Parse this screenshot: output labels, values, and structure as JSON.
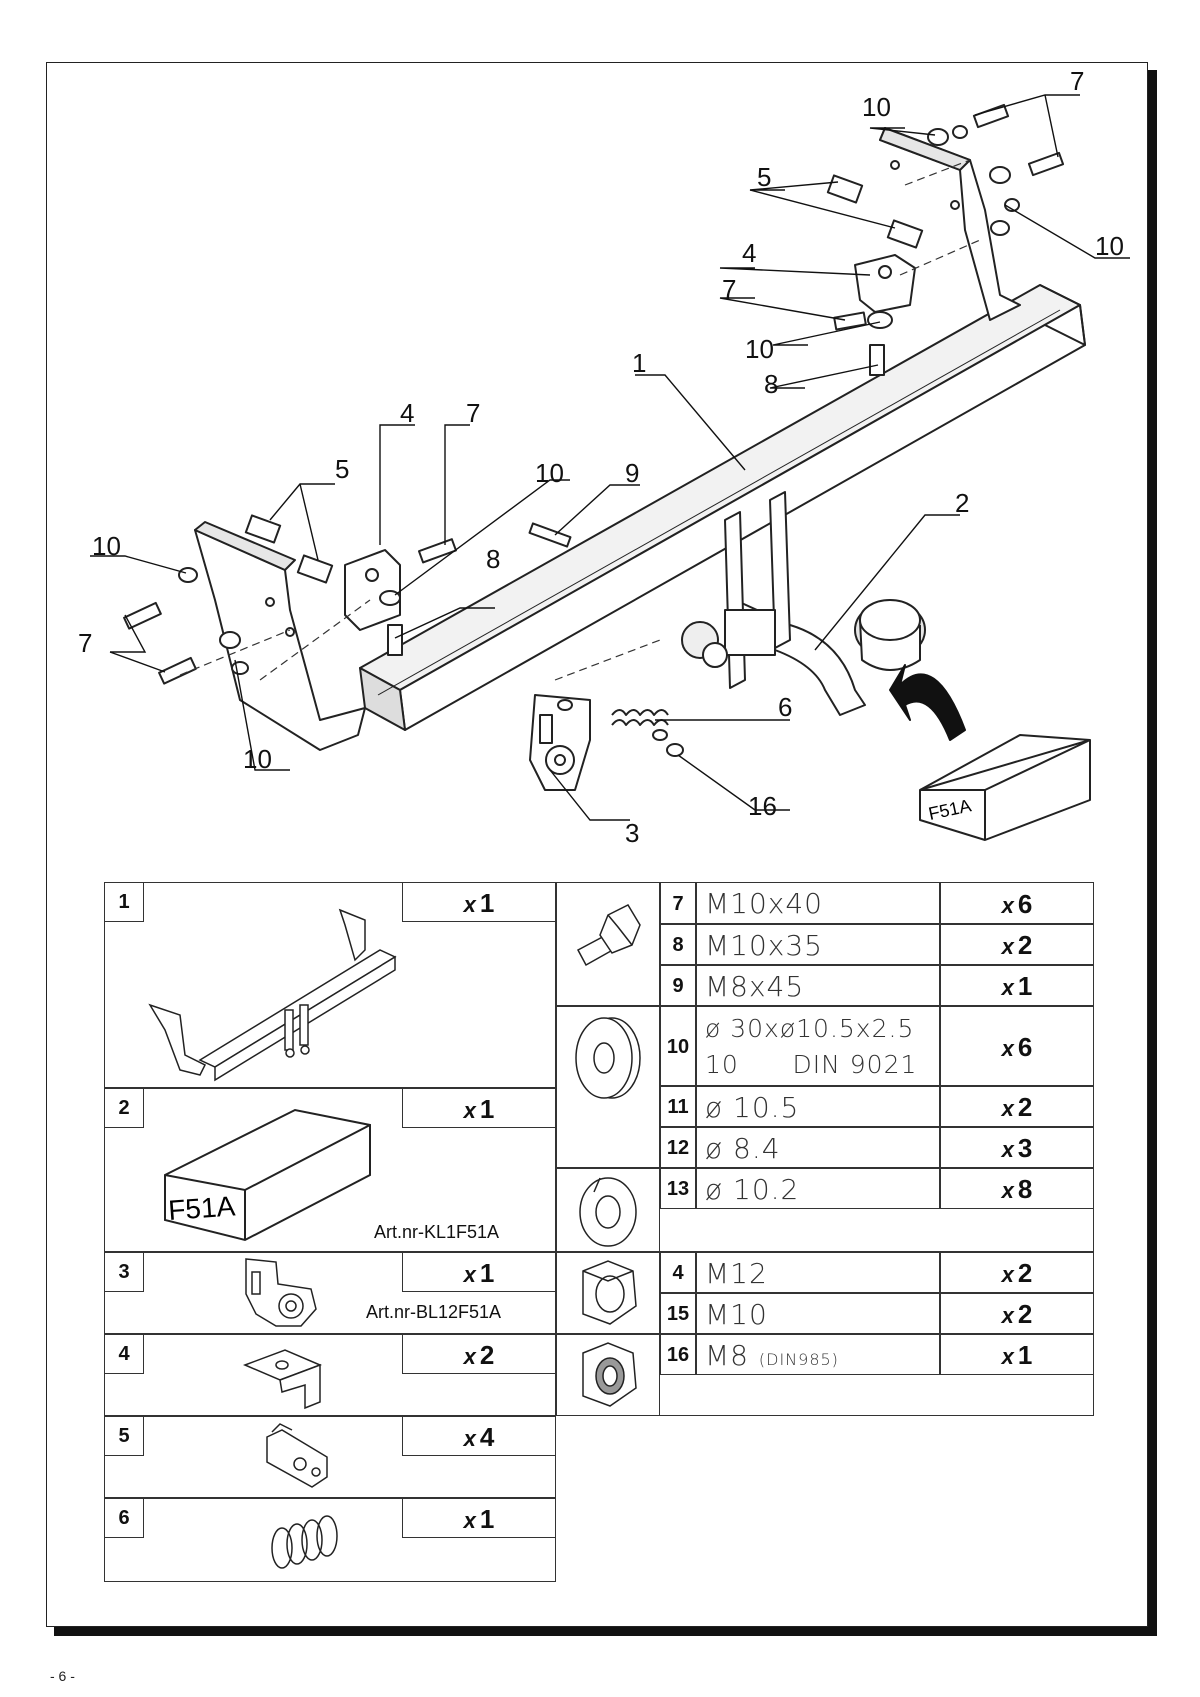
{
  "callouts": [
    {
      "id": "c1",
      "text": "1"
    },
    {
      "id": "c2",
      "text": "2"
    },
    {
      "id": "c3",
      "text": "3"
    },
    {
      "id": "c4a",
      "text": "4"
    },
    {
      "id": "c4b",
      "text": "4"
    },
    {
      "id": "c5a",
      "text": "5"
    },
    {
      "id": "c5b",
      "text": "5"
    },
    {
      "id": "c6",
      "text": "6"
    },
    {
      "id": "c7a",
      "text": "7"
    },
    {
      "id": "c7b",
      "text": "7"
    },
    {
      "id": "c7c",
      "text": "7"
    },
    {
      "id": "c7d",
      "text": "7"
    },
    {
      "id": "c8a",
      "text": "8"
    },
    {
      "id": "c8b",
      "text": "8"
    },
    {
      "id": "c9",
      "text": "9"
    },
    {
      "id": "c10a",
      "text": "10"
    },
    {
      "id": "c10b",
      "text": "10"
    },
    {
      "id": "c10c",
      "text": "10"
    },
    {
      "id": "c10d",
      "text": "10"
    },
    {
      "id": "c10e",
      "text": "10"
    },
    {
      "id": "c10f",
      "text": "10"
    },
    {
      "id": "c16",
      "text": "16"
    }
  ],
  "box_label": "F51A",
  "parts_left": [
    {
      "no": "1",
      "qty": "1"
    },
    {
      "no": "2",
      "qty": "1",
      "art": "Art.nr-KL1F51A",
      "box": "F51A"
    },
    {
      "no": "3",
      "qty": "1",
      "art": "Art.nr-BL12F51A"
    },
    {
      "no": "4",
      "qty": "2"
    },
    {
      "no": "5",
      "qty": "4"
    },
    {
      "no": "6",
      "qty": "1"
    }
  ],
  "qty_prefix": "x",
  "fasteners": [
    {
      "no": "7",
      "spec": "M10x40",
      "qty": "6"
    },
    {
      "no": "8",
      "spec": "M10x35",
      "qty": "2"
    },
    {
      "no": "9",
      "spec": "M8x45",
      "qty": "1"
    },
    {
      "no": "10",
      "spec_line1": "ø 30xø10.5x2.5",
      "spec_line2": "10      DIN 9021",
      "qty": "6"
    },
    {
      "no": "11",
      "spec": "ø 10.5",
      "qty": "2"
    },
    {
      "no": "12",
      "spec": "ø 8.4",
      "qty": "3"
    },
    {
      "no": "13",
      "spec": "ø 10.2",
      "qty": "8"
    },
    {
      "no": "4",
      "spec": "M12",
      "qty": "2"
    },
    {
      "no": "15",
      "spec": "M10",
      "qty": "2"
    },
    {
      "no": "16",
      "spec": "M8",
      "spec_note": "(DIN985)",
      "qty": "1"
    }
  ],
  "page_number": "- 6 -"
}
